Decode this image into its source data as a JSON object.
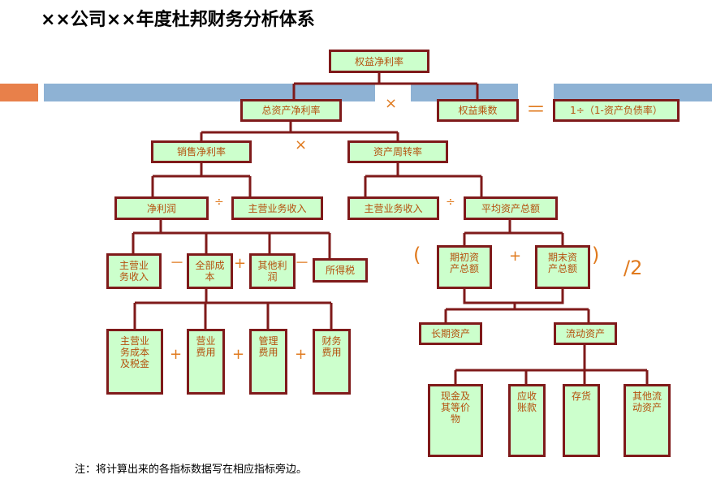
{
  "title": "××公司××年度杜邦财务分析体系",
  "colors": {
    "box_fill": "#ccffcc",
    "box_border": "#7f1a1a",
    "box_text": "#b5500d",
    "operator": "#e07a1e",
    "band_orange": "#e8804a",
    "band_blue": "#8eb2d4"
  },
  "nodes": {
    "roe": "权益净利率",
    "roa": "总资产净利率",
    "equity_multiplier": "权益乘数",
    "em_formula": "1÷（1-资产负债率）",
    "net_margin": "销售净利率",
    "asset_turnover": "资产周转率",
    "net_profit": "净利润",
    "main_revenue_a": "主营业务收入",
    "main_revenue_b": "主营业务收入",
    "avg_assets": "平均资产总额",
    "rev_leaf": "主营业务收入",
    "total_cost": "全部成本",
    "other_profit": "其他利润",
    "income_tax": "所得税",
    "begin_assets": "期初资产总额",
    "end_assets": "期末资产总额",
    "cost_tax": "主营业务成本及税金",
    "selling_exp": "营业费用",
    "admin_exp": "管理费用",
    "fin_exp": "财务费用",
    "long_assets": "长期资产",
    "current_assets": "流动资产",
    "cash": "现金及其等价物",
    "receivables": "应收账款",
    "inventory": "存货",
    "other_current": "其他流动资产"
  },
  "operators": {
    "times": "×",
    "equals": "＝",
    "divide": "÷",
    "minus": "－",
    "plus": "+",
    "lparen": "(",
    "rparen": ")",
    "half": "/2"
  },
  "note": "注：将计算出来的各指标数据写在相应指标旁边。"
}
